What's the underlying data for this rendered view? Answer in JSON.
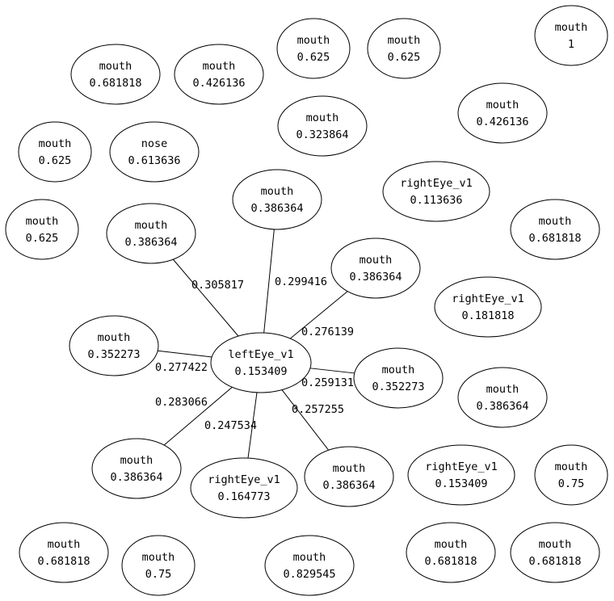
{
  "graph": {
    "nodes": [
      {
        "label": "mouth",
        "value": "0.681818"
      },
      {
        "label": "mouth",
        "value": "0.426136"
      },
      {
        "label": "mouth",
        "value": "0.625"
      },
      {
        "label": "mouth",
        "value": "0.625"
      },
      {
        "label": "mouth",
        "value": "1"
      },
      {
        "label": "mouth",
        "value": "0.323864"
      },
      {
        "label": "mouth",
        "value": "0.426136"
      },
      {
        "label": "mouth",
        "value": "0.625"
      },
      {
        "label": "nose",
        "value": "0.613636"
      },
      {
        "label": "rightEye_v1",
        "value": "0.113636"
      },
      {
        "label": "mouth",
        "value": "0.386364"
      },
      {
        "label": "mouth",
        "value": "0.625"
      },
      {
        "label": "mouth",
        "value": "0.386364"
      },
      {
        "label": "mouth",
        "value": "0.681818"
      },
      {
        "label": "mouth",
        "value": "0.386364"
      },
      {
        "label": "rightEye_v1",
        "value": "0.181818"
      },
      {
        "label": "mouth",
        "value": "0.352273"
      },
      {
        "label": "leftEye_v1",
        "value": "0.153409"
      },
      {
        "label": "mouth",
        "value": "0.352273"
      },
      {
        "label": "mouth",
        "value": "0.386364"
      },
      {
        "label": "mouth",
        "value": "0.386364"
      },
      {
        "label": "rightEye_v1",
        "value": "0.164773"
      },
      {
        "label": "mouth",
        "value": "0.386364"
      },
      {
        "label": "rightEye_v1",
        "value": "0.153409"
      },
      {
        "label": "mouth",
        "value": "0.75"
      },
      {
        "label": "mouth",
        "value": "0.681818"
      },
      {
        "label": "mouth",
        "value": "0.75"
      },
      {
        "label": "mouth",
        "value": "0.829545"
      },
      {
        "label": "mouth",
        "value": "0.681818"
      },
      {
        "label": "mouth",
        "value": "0.681818"
      }
    ],
    "edges": [
      {
        "from": 17,
        "to": 12,
        "weight": "0.305817"
      },
      {
        "from": 17,
        "to": 10,
        "weight": "0.299416"
      },
      {
        "from": 17,
        "to": 14,
        "weight": "0.276139"
      },
      {
        "from": 17,
        "to": 16,
        "weight": "0.277422"
      },
      {
        "from": 17,
        "to": 18,
        "weight": "0.259131"
      },
      {
        "from": 17,
        "to": 20,
        "weight": "0.283066"
      },
      {
        "from": 17,
        "to": 21,
        "weight": "0.247534"
      },
      {
        "from": 17,
        "to": 22,
        "weight": "0.257255"
      }
    ]
  }
}
